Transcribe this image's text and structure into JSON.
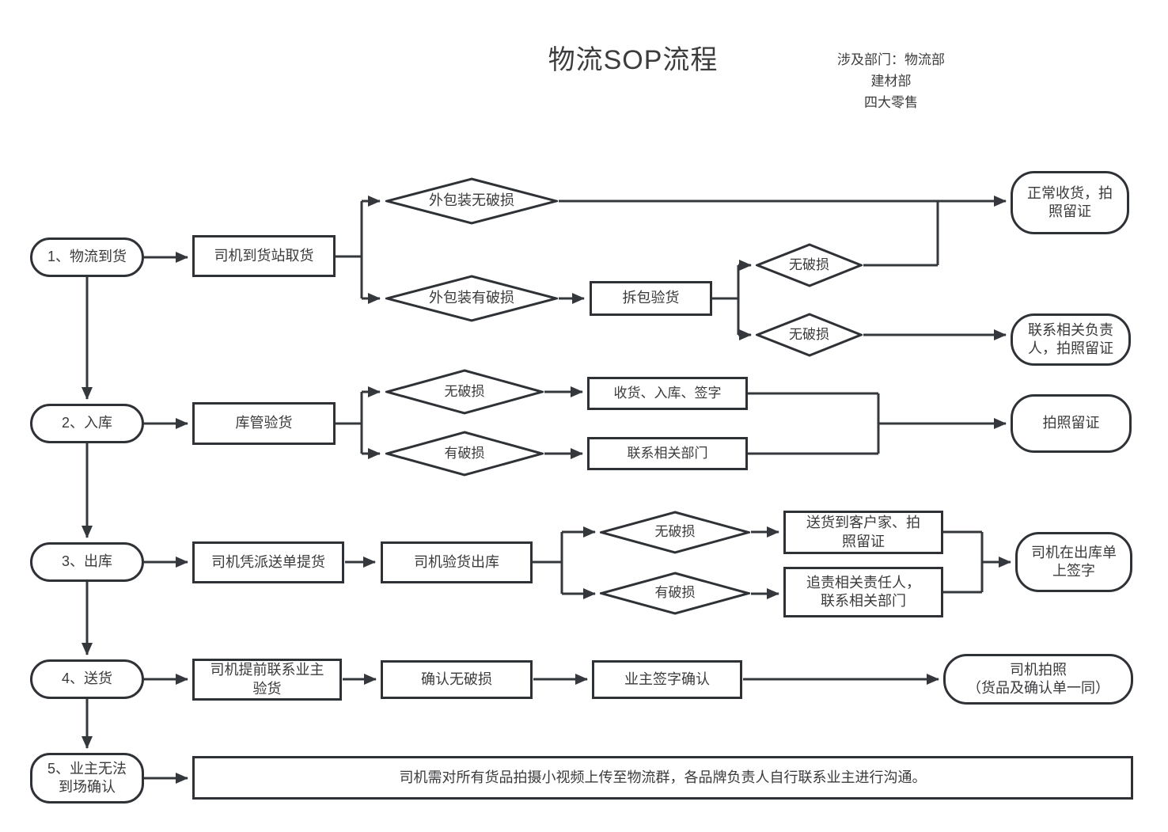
{
  "title": "物流SOP流程",
  "departments": "涉及部门：物流部\n建材部\n四大零售",
  "nodes": {
    "start1": "1、物流到货",
    "driver_pickup_station": "司机到货站取货",
    "outer_intact": "外包装无破损",
    "outer_damaged": "外包装有破损",
    "unpack_inspect": "拆包验货",
    "no_damage_a": "无破损",
    "no_damage_b": "无破损",
    "normal_receive": "正常收货，拍\n照留证",
    "contact_responsible": "联系相关负责\n人，拍照留证",
    "start2": "2、入库",
    "warehouse_inspect": "库管验货",
    "wh_no_damage": "无破损",
    "wh_damaged": "有破损",
    "receive_store_sign": "收货、入库、签字",
    "contact_departments": "联系相关部门",
    "photo_evidence": "拍照留证",
    "start3": "3、出库",
    "driver_delivery_note_pickup": "司机凭派送单提货",
    "driver_outbound_inspect": "司机验货出库",
    "out_no_damage": "无破损",
    "out_damaged": "有破损",
    "deliver_to_customer": "送货到客户家、拍\n照留证",
    "accountability": "追责相关责任人，\n联系相关部门",
    "driver_sign_outbound": "司机在出库单\n上签字",
    "start4": "4、送货",
    "driver_contact_owner": "司机提前联系业主\n验货",
    "confirm_no_damage": "确认无破损",
    "owner_sign_confirm": "业主签字确认",
    "driver_photo": "司机拍照\n（货品及确认单一同）",
    "start5": "5、业主无法\n到场确认",
    "video_note": "司机需对所有货品拍摄小视频上传至物流群，各品牌负责人自行联系业主进行沟通。"
  }
}
